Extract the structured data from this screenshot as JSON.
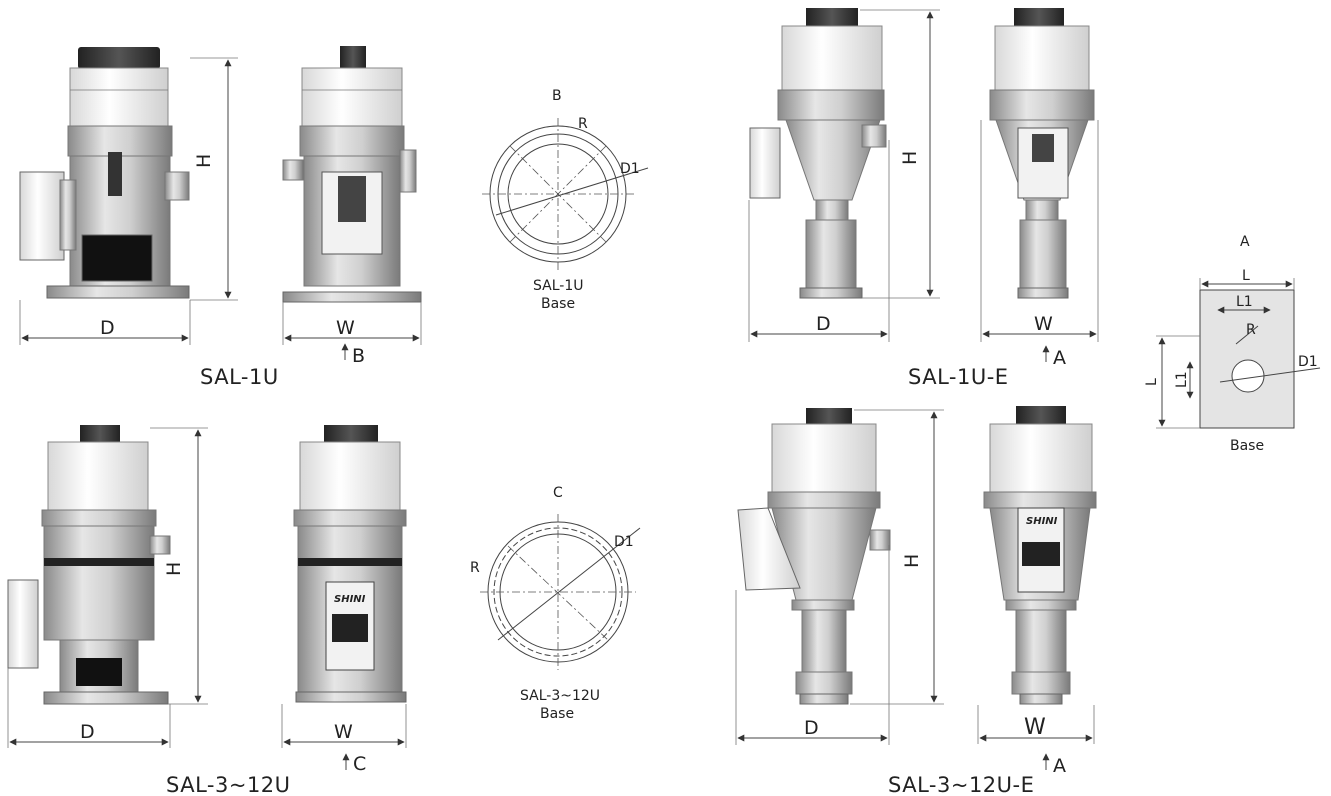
{
  "labels": {
    "sal1u": "SAL-1U",
    "sal1ue": "SAL-1U-E",
    "sal312u": "SAL-3~12U",
    "sal312ue": "SAL-3~12U-E"
  },
  "dims": {
    "d": "D",
    "w": "W",
    "h": "H",
    "l": "L",
    "l1": "L1",
    "r": "R",
    "d1": "D1"
  },
  "views": {
    "b": "B",
    "c": "C",
    "a": "A",
    "arrow_b": "B",
    "arrow_c": "C",
    "arrow_a": "A"
  },
  "bases": {
    "sal1u_title": "SAL-1U",
    "sal312u_title": "SAL-3~12U",
    "base": "Base"
  },
  "brand": "SHINI"
}
